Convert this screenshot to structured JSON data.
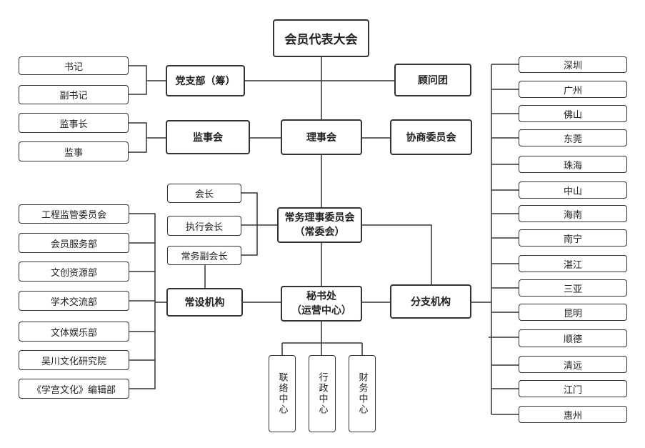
{
  "top": "会员代表大会",
  "party": {
    "name": "党支部（筹）",
    "members": [
      "书记",
      "副书记"
    ]
  },
  "advisory": "顾问团",
  "supervisory": {
    "name": "监事会",
    "members": [
      "监事长",
      "监事"
    ]
  },
  "council": "理事会",
  "consultative": "协商委员会",
  "standing": {
    "line1": "常务理事委员会",
    "line2": "（常委会）",
    "leaders": [
      "会长",
      "执行会长",
      "常务副会长"
    ]
  },
  "permanent": {
    "name": "常设机构",
    "departments": [
      "工程监管委员会",
      "会员服务部",
      "文创资源部",
      "学术交流部",
      "文体娱乐部",
      "吴川文化研究院",
      "《学宫文化》编辑部"
    ]
  },
  "secretariat": {
    "line1": "秘书处",
    "line2": "（运营中心）",
    "centers": [
      "联络中心",
      "行政中心",
      "财务中心"
    ]
  },
  "branches": {
    "name": "分支机构",
    "cities": [
      "深圳",
      "广州",
      "佛山",
      "东莞",
      "珠海",
      "中山",
      "海南",
      "南宁",
      "湛江",
      "三亚",
      "昆明",
      "顺德",
      "清远",
      "江门",
      "惠州"
    ]
  }
}
